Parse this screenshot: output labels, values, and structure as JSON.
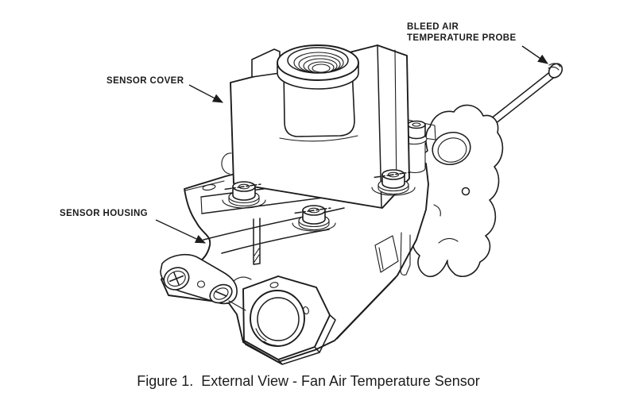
{
  "figure": {
    "caption": "Figure 1.  External View - Fan Air Temperature Sensor"
  },
  "callouts": {
    "sensor_cover": {
      "label": "SENSOR COVER"
    },
    "bleed_air_probe": {
      "line1": "BLEED AIR",
      "line2": "TEMPERATURE PROBE"
    },
    "sensor_housing": {
      "label": "SENSOR HOUSING"
    }
  },
  "colors": {
    "ink": "#1c1c1c",
    "paper": "#ffffff"
  }
}
